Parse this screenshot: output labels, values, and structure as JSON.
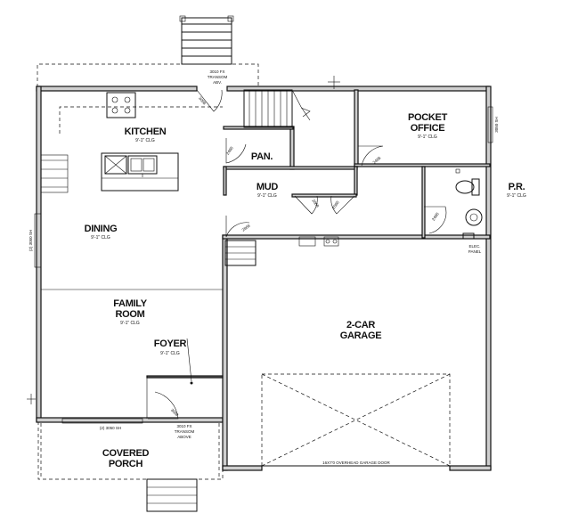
{
  "rooms": {
    "kitchen": {
      "name": "KITCHEN",
      "ceiling": "9'-1\" CLG"
    },
    "dining": {
      "name": "DINING",
      "ceiling": "9'-1\" CLG"
    },
    "family": {
      "name_line1": "FAMILY",
      "name_line2": "ROOM",
      "ceiling": "9'-1\" CLG"
    },
    "foyer": {
      "name": "FOYER",
      "ceiling": "9'-1\" CLG"
    },
    "porch": {
      "name_line1": "COVERED",
      "name_line2": "PORCH"
    },
    "pantry": {
      "name": "PAN."
    },
    "mud": {
      "name": "MUD",
      "ceiling": "9'-1\" CLG"
    },
    "office": {
      "name_line1": "POCKET",
      "name_line2": "OFFICE",
      "ceiling": "9'-1\" CLG"
    },
    "powder": {
      "name": "P.R.",
      "ceiling": "9'-1\" CLG"
    },
    "garage": {
      "name_line1": "2-CAR",
      "name_line2": "GARAGE"
    }
  },
  "notes": {
    "rear_transom": [
      "3010 FX",
      "TRANSOM",
      "ABV."
    ],
    "front_transom": [
      "3010 FX",
      "TRANSOM",
      "ABOVE"
    ],
    "window_dining": "(2) 3050 SH",
    "window_front": "(2) 3050 SH",
    "window_office": "3050 SH",
    "garage_door": "16X7'0 OVERHEAD GARAGE DOOR",
    "elec_panel": [
      "ELEC.",
      "PANEL"
    ]
  },
  "doors": {
    "rear": "3068",
    "pantry": "2468",
    "office": "2468",
    "mud_left": "2068",
    "mud_right": "2068",
    "powder": "2468",
    "garage": "2868",
    "front": "3068"
  }
}
